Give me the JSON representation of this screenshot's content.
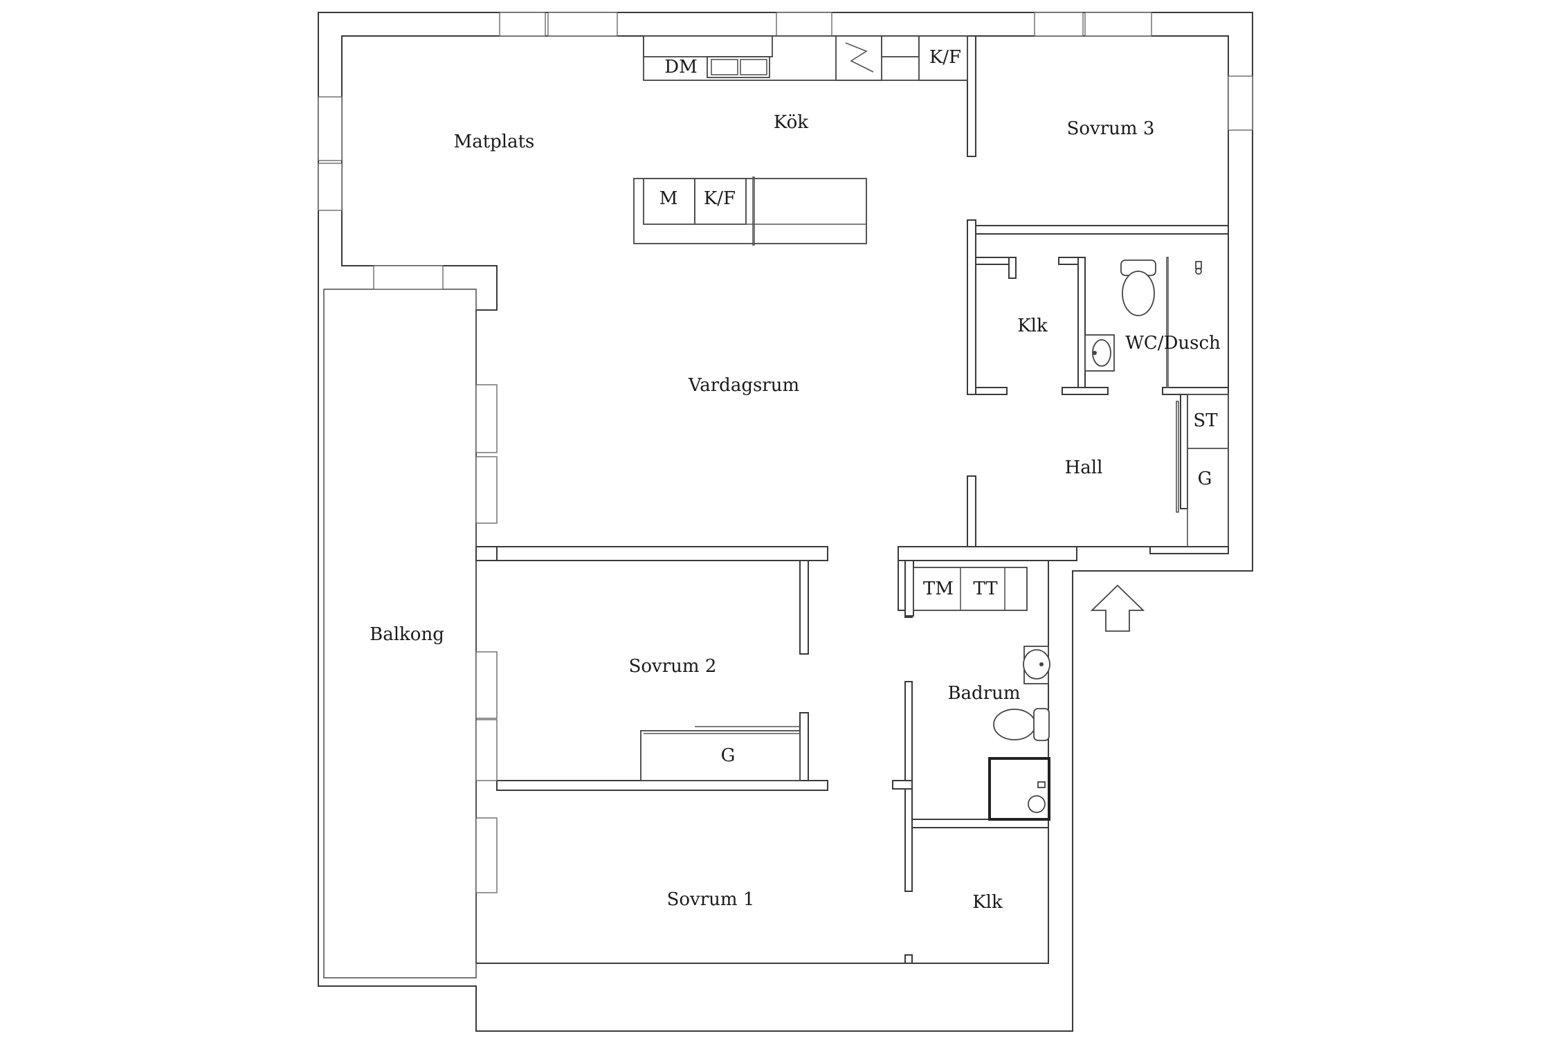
{
  "rooms": {
    "matplats": "Matplats",
    "kok": "Kök",
    "sovrum3": "Sovrum 3",
    "vardagsrum": "Vardagsrum",
    "klk_upper": "Klk",
    "wc_dusch": "WC/Dusch",
    "hall": "Hall",
    "balkong": "Balkong",
    "sovrum2": "Sovrum 2",
    "badrum": "Badrum",
    "sovrum1": "Sovrum 1",
    "klk_lower": "Klk"
  },
  "fixtures": {
    "dm": "DM",
    "kf_top": "K/F",
    "m": "M",
    "kf_island": "K/F",
    "st": "ST",
    "g_hall": "G",
    "tm": "TM",
    "tt": "TT",
    "g_sovrum2": "G"
  },
  "icons": {
    "entrance": "entrance-arrow-icon",
    "stove": "stove-icon",
    "sink": "kitchen-sink-icon",
    "toilet": "toilet-icon",
    "washbasin": "washbasin-icon",
    "shower": "shower-icon"
  }
}
